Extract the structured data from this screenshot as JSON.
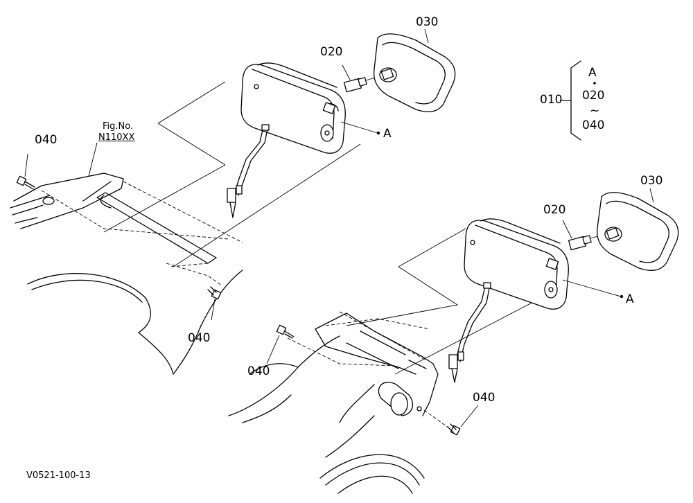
{
  "fig_ref": {
    "line1": "Fig.No.",
    "line2": "N110XX"
  },
  "legend": {
    "parent": "010",
    "top": "A",
    "mid": "020",
    "tilde": "~",
    "bottom": "040"
  },
  "callouts": {
    "c030_top": "030",
    "c020_top": "020",
    "ref_A_top": "A",
    "c040_left": "040",
    "c040_mid": "040",
    "c030_right": "030",
    "c020_right": "020",
    "ref_A_right": "A",
    "c040_lower": "040",
    "c040_bottom_right": "040"
  },
  "drawing_code": "V0521-100-13"
}
